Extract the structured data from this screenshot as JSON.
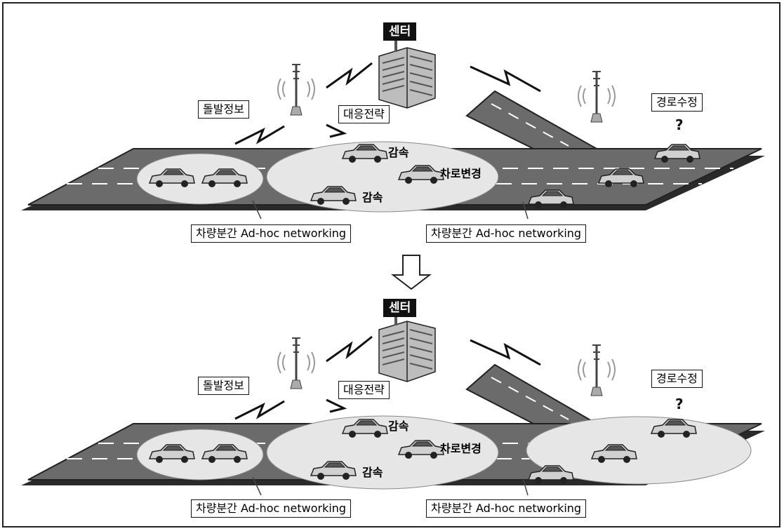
{
  "panels": [
    {
      "center_label": "센터",
      "incident_label": "돌발정보",
      "strategy_label": "대응전략",
      "reroute_label": "경로수정",
      "reroute_mark": "?",
      "slowdown_label_1": "감속",
      "slowdown_label_2": "감속",
      "lane_change_label": "차로변경",
      "network_label_1": "차량분간 Ad-hoc networking",
      "network_label_2": "차량분간 Ad-hoc networking"
    },
    {
      "center_label": "센터",
      "incident_label": "돌발정보",
      "strategy_label": "대응전략",
      "reroute_label": "경로수정",
      "reroute_mark": "?",
      "slowdown_label_1": "감속",
      "slowdown_label_2": "감속",
      "lane_change_label": "차로변경",
      "network_label_1": "차량분간 Ad-hoc networking",
      "network_label_2": "차량분간 Ad-hoc networking"
    }
  ],
  "colors": {
    "road": "#5a5a5a",
    "road_edge": "#2a2a2a",
    "bubble": "#e6e6e6",
    "ink": "#111111"
  }
}
